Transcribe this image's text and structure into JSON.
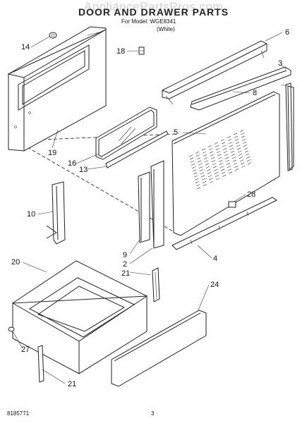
{
  "header": {
    "watermark": "AppliancePartsPros.com",
    "title": "DOOR AND DRAWER PARTS",
    "model_line": "For Model: WGE8341",
    "color_line": "(White)"
  },
  "callouts": {
    "c14": "14",
    "c18": "18",
    "c6": "6",
    "c3": "3",
    "c8": "8",
    "c5": "5",
    "c19": "19",
    "c16": "16",
    "c13": "13",
    "c10": "10",
    "c28": "28",
    "c9": "9",
    "c2": "2",
    "c4": "4",
    "c20": "20",
    "c21a": "21",
    "c24": "24",
    "c27": "27",
    "c21b": "21"
  },
  "footer": {
    "doc_number": "8185771",
    "page_number": "3"
  }
}
